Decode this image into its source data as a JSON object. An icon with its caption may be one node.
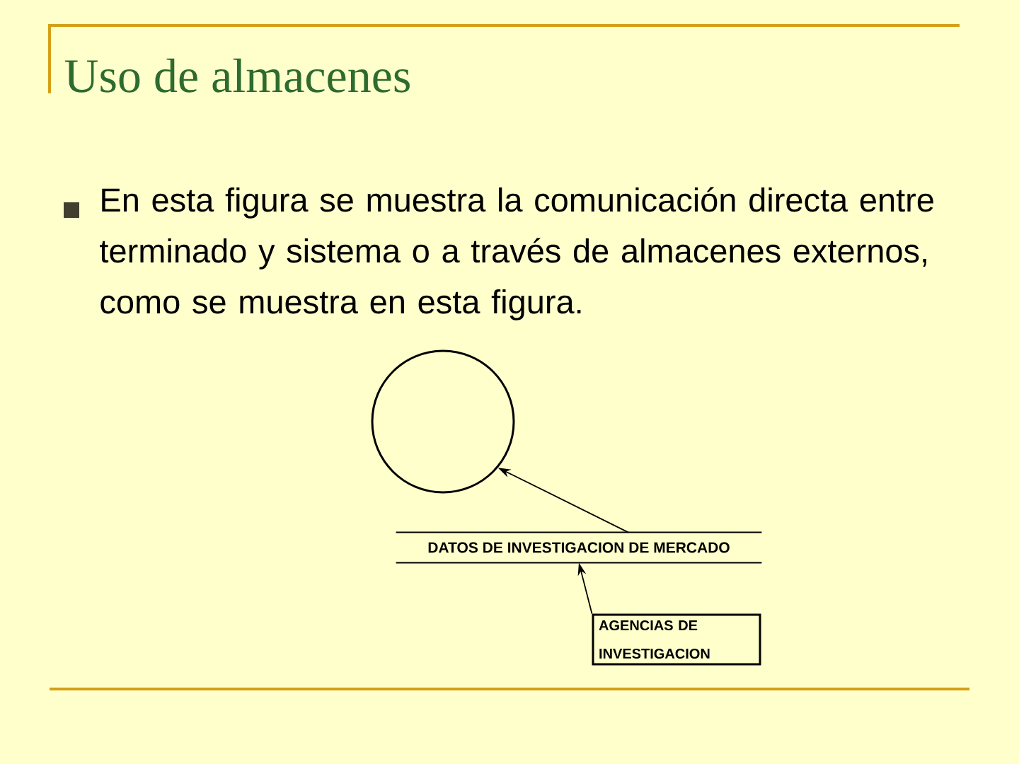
{
  "diagram": {
    "title": "Uso de almacenes",
    "nodes": [
      {
        "text": [],
        "shape": "circle"
      },
      {
        "text": [
          "DATOS DE INVESTIGACION DE MERCADO"
        ]
      },
      {
        "text": [
          "AGENCIAS DE INVESTIGACION"
        ]
      }
    ],
    "edges": [
      {
        "from": 1,
        "to": 0,
        "arrow": "to"
      },
      {
        "from": 2,
        "to": 1,
        "arrow": "to"
      }
    ],
    "labels": [
      "En esta figura se muestra la comunicación directa entre terminado y sistema o a través de almacenes externos, como se muestra en esta figura."
    ]
  }
}
